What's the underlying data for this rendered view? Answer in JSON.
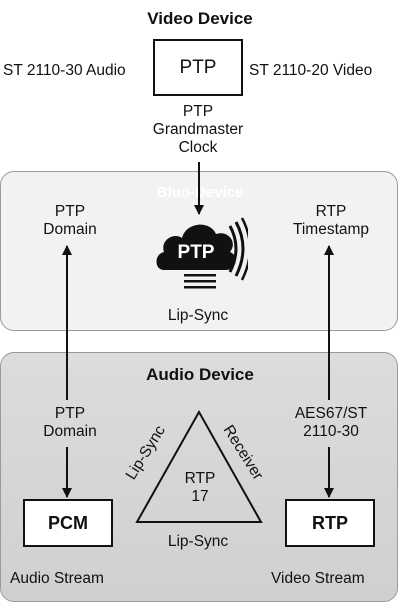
{
  "video_device": {
    "title": "Video Device",
    "ptp_box": "PTP",
    "left_label": "ST 2110-30 Audio",
    "right_label": "ST 2110-20 Video",
    "clock_label_1": "PTP",
    "clock_label_2": "Grandmaster",
    "clock_label_3": "Clock"
  },
  "blue_device": {
    "title": "Bluo-Device",
    "left_label_1": "PTP",
    "left_label_2": "Domain",
    "right_label_1": "RTP",
    "right_label_2": "Timestamp",
    "logo_text": "PTP",
    "lip_sync": "Lip-Sync"
  },
  "audio_device": {
    "title": "Audio Device",
    "left_label_1": "PTP",
    "left_label_2": "Domain",
    "right_label_1": "AES67/ST",
    "right_label_2": "2110-30",
    "triangle_left": "Lip-Sync",
    "triangle_right": "Receiver",
    "triangle_center_1": "RTP",
    "triangle_center_2": "17",
    "triangle_bottom": "Lip-Sync",
    "pcm_box": "PCM",
    "rtp_box": "RTP",
    "audio_stream": "Audio Stream",
    "video_stream": "Video Stream"
  },
  "colors": {
    "line": "#111111",
    "panel_top": "#f2f2f2",
    "panel_bottom": "#d6d6d6"
  }
}
